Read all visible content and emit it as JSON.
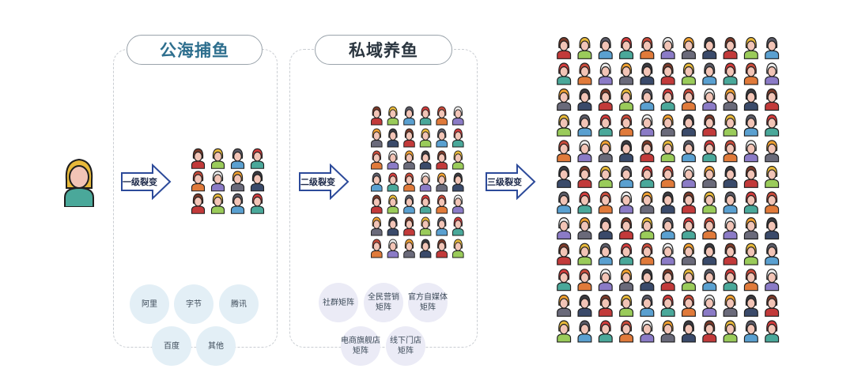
{
  "panels": [
    {
      "title": "公海捕鱼",
      "title_color": "#2e6f8e",
      "arrow_label": "一级裂变",
      "grid": {
        "cols": 4,
        "rows": 3
      },
      "tags": [
        "阿里",
        "字节",
        "腾讯",
        "百度",
        "其他"
      ],
      "tag_color": "#e3eff6"
    },
    {
      "title": "私域养鱼",
      "title_color": "#2b3640",
      "arrow_label": "二级裂变",
      "grid": {
        "cols": 6,
        "rows": 7
      },
      "tags": [
        "社群矩阵",
        "全民营销\n矩阵",
        "官方自媒体\n矩阵",
        "电商旗舰店\n矩阵",
        "线下门店\n矩阵"
      ],
      "tag_color": "#ebebf6"
    }
  ],
  "final": {
    "arrow_label": "三级裂变",
    "grid": {
      "cols": 11,
      "rows": 12
    }
  },
  "colors": {
    "arrow_stroke": "#2c4a9a",
    "skin": "#f2c4b6",
    "hair_palette": [
      "#d23b3b",
      "#5a5a66",
      "#e8b93a",
      "#7a3a2a",
      "#3a3a40",
      "#f0a030",
      "#ececec",
      "#c94a3a"
    ],
    "shirt_palette": [
      "#4aa89a",
      "#c23a3a",
      "#8b7bc6",
      "#5aa0d0",
      "#3a4a6a",
      "#e07a3a",
      "#9acb5a",
      "#6a6a7a"
    ],
    "seed_hair": "#e8b93a",
    "seed_shirt": "#4aa89a"
  }
}
